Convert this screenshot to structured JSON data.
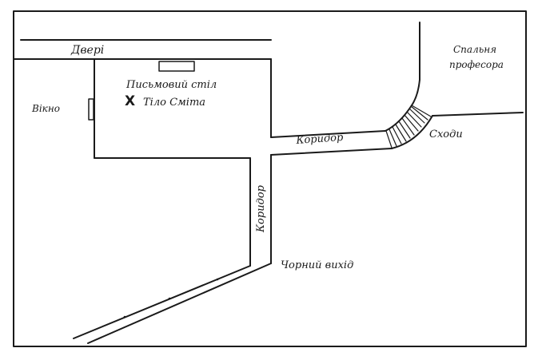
{
  "labels": {
    "door": "Двері",
    "window": "Вікно",
    "desk": "Письмовий стіл",
    "body": "Тіло Сміта",
    "body_marker": "X",
    "corridor_horizontal": "Коридор",
    "corridor_vertical": "Коридор",
    "stairs": "Сходи",
    "bedroom_line1": "Спальня",
    "bedroom_line2": "професора",
    "back_exit": "Чорний вихід"
  },
  "colors": {
    "ink": "#1a1a1a",
    "paper": "#ffffff"
  }
}
